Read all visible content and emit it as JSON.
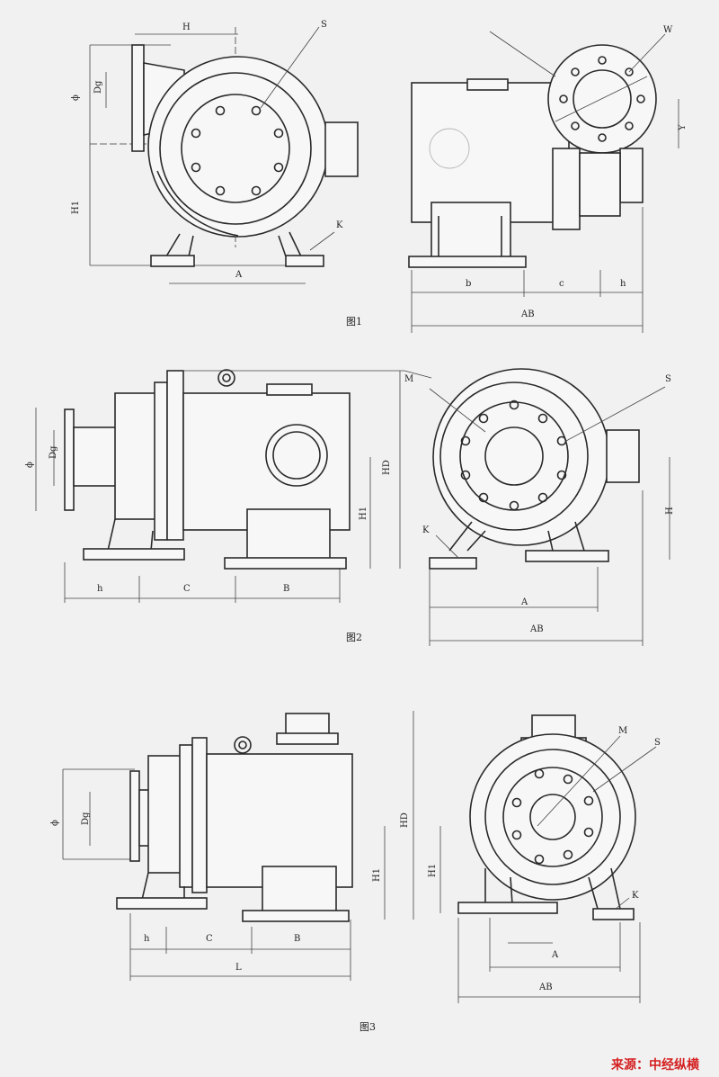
{
  "figures": [
    {
      "caption": "图1",
      "labels": [
        "H",
        "S",
        "ϕ",
        "Dg",
        "H1",
        "K",
        "A",
        "W",
        "Y",
        "b",
        "c",
        "h",
        "AB"
      ]
    },
    {
      "caption": "图2",
      "labels": [
        "M",
        "ϕ",
        "Dg",
        "H1",
        "HD",
        "h",
        "C",
        "B",
        "S",
        "K",
        "H",
        "A",
        "AB"
      ]
    },
    {
      "caption": "图3",
      "labels": [
        "ϕ",
        "Dg",
        "H1",
        "HD",
        "h",
        "C",
        "B",
        "L",
        "M",
        "S",
        "H1",
        "K",
        "A",
        "AB"
      ]
    }
  ],
  "source_label": "来源：中经纵横"
}
